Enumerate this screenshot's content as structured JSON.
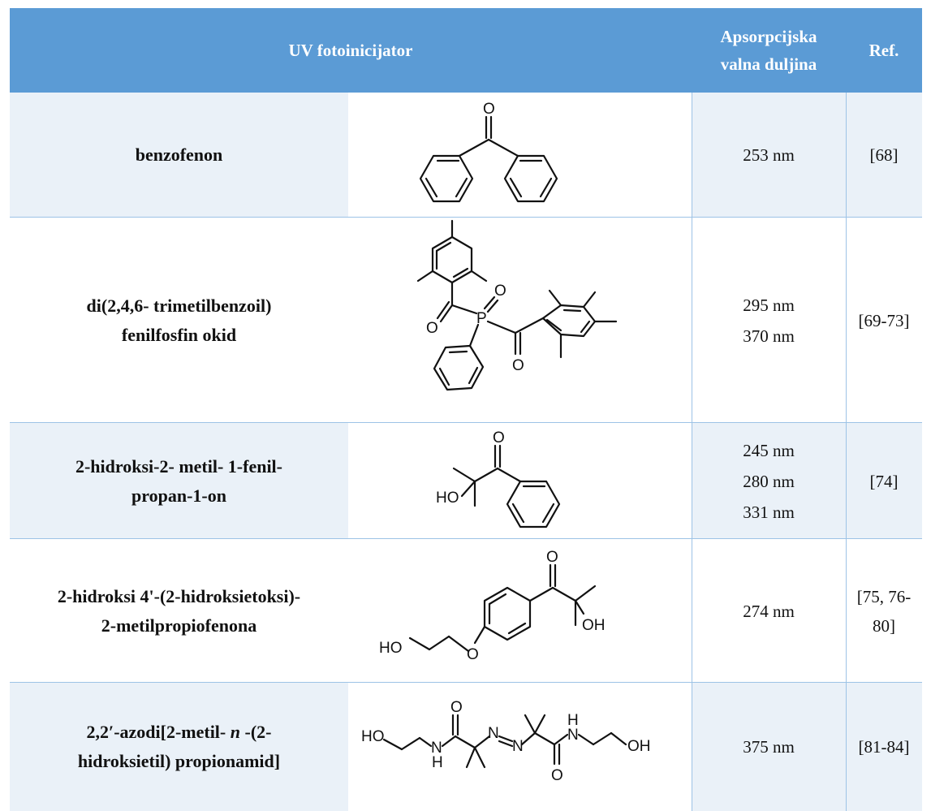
{
  "table": {
    "headers": {
      "initiator": "UV fotoinicijator",
      "wavelength_line1": "Apsorpcijska",
      "wavelength_line2": "valna duljina",
      "ref": "Ref."
    },
    "rows": [
      {
        "name_lines": [
          "benzofenon"
        ],
        "wavelengths": [
          "253 nm"
        ],
        "ref_lines": [
          "[68]"
        ],
        "atoms": [
          "O"
        ]
      },
      {
        "name_lines": [
          "di(2,4,6- trimetilbenzoil)",
          "fenilfosfin okid"
        ],
        "wavelengths": [
          "295 nm",
          "370 nm"
        ],
        "ref_lines": [
          "[69-73]"
        ],
        "atoms": [
          "O",
          "O",
          "P",
          "O"
        ]
      },
      {
        "name_lines": [
          "2-hidroksi-2- metil- 1-fenil-",
          "propan-1-on"
        ],
        "wavelengths": [
          "245 nm",
          "280 nm",
          "331 nm"
        ],
        "ref_lines": [
          "[74]"
        ],
        "atoms": [
          "O",
          "HO"
        ]
      },
      {
        "name_lines": [
          "2-hidroksi 4'-(2-hidroksietoksi)-",
          "2-metilpropiofenona"
        ],
        "wavelengths": [
          "274 nm"
        ],
        "ref_lines": [
          "[75, 76-",
          "80]"
        ],
        "atoms": [
          "O",
          "OH",
          "HO",
          "O"
        ]
      },
      {
        "name_lines": [
          "2,2′-azodi[2-metil- ",
          "n",
          " -(2-",
          "hidroksietil) propionamid]"
        ],
        "wavelengths": [
          "375 nm"
        ],
        "ref_lines": [
          "[81-84]"
        ],
        "atoms": [
          "HO",
          "O",
          "N",
          "H",
          "N",
          "N",
          "H",
          "N",
          "O",
          "OH"
        ]
      }
    ]
  }
}
